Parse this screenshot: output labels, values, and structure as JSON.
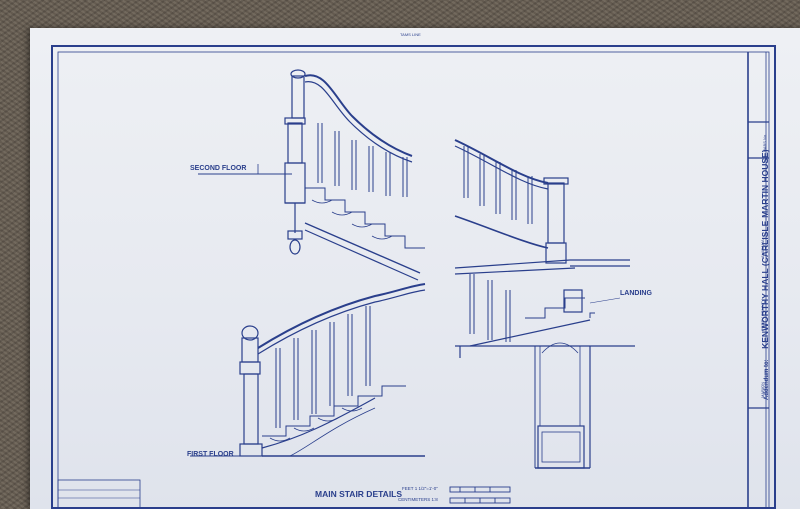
{
  "sheet": {
    "top_label": "TAMS LINE",
    "label_second_floor": "SECOND FLOOR",
    "label_first_floor": "FIRST FLOOR",
    "label_landing": "LANDING",
    "drawing_title": "MAIN STAIR DETAILS",
    "scale_feet": "FEET",
    "scale_feet_ratio": "1 1/2\"=1'-0\"",
    "scale_centimeters": "CENTIMETERS",
    "scale_cm_ratio": "1:8",
    "title_block": {
      "addendum": "Addendum to:",
      "name": "KENWORTHY HALL (CARLISLE-MARTIN HOUSE)",
      "county": "PERRY COUNTY",
      "state": "ALABAMA",
      "marion": "MARION",
      "survey_no": "HABS No."
    },
    "ink_color": "#2a3f8c"
  }
}
